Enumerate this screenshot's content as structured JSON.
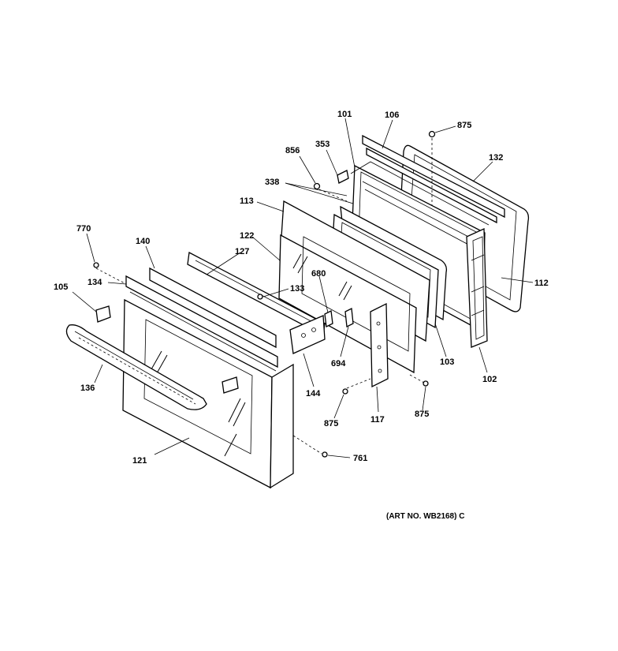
{
  "labels": {
    "l101": "101",
    "l106": "106",
    "l875a": "875",
    "l132": "132",
    "l856": "856",
    "l353": "353",
    "l338": "338",
    "l113": "113",
    "l770": "770",
    "l140": "140",
    "l122": "122",
    "l127": "127",
    "l105": "105",
    "l134": "134",
    "l680": "680",
    "l133": "133",
    "l112": "112",
    "l136": "136",
    "l694": "694",
    "l103": "103",
    "l102": "102",
    "l144": "144",
    "l875b": "875",
    "l117": "117",
    "l875c": "875",
    "l121": "121",
    "l761": "761"
  },
  "art_number": "(ART NO. WB2168) C"
}
